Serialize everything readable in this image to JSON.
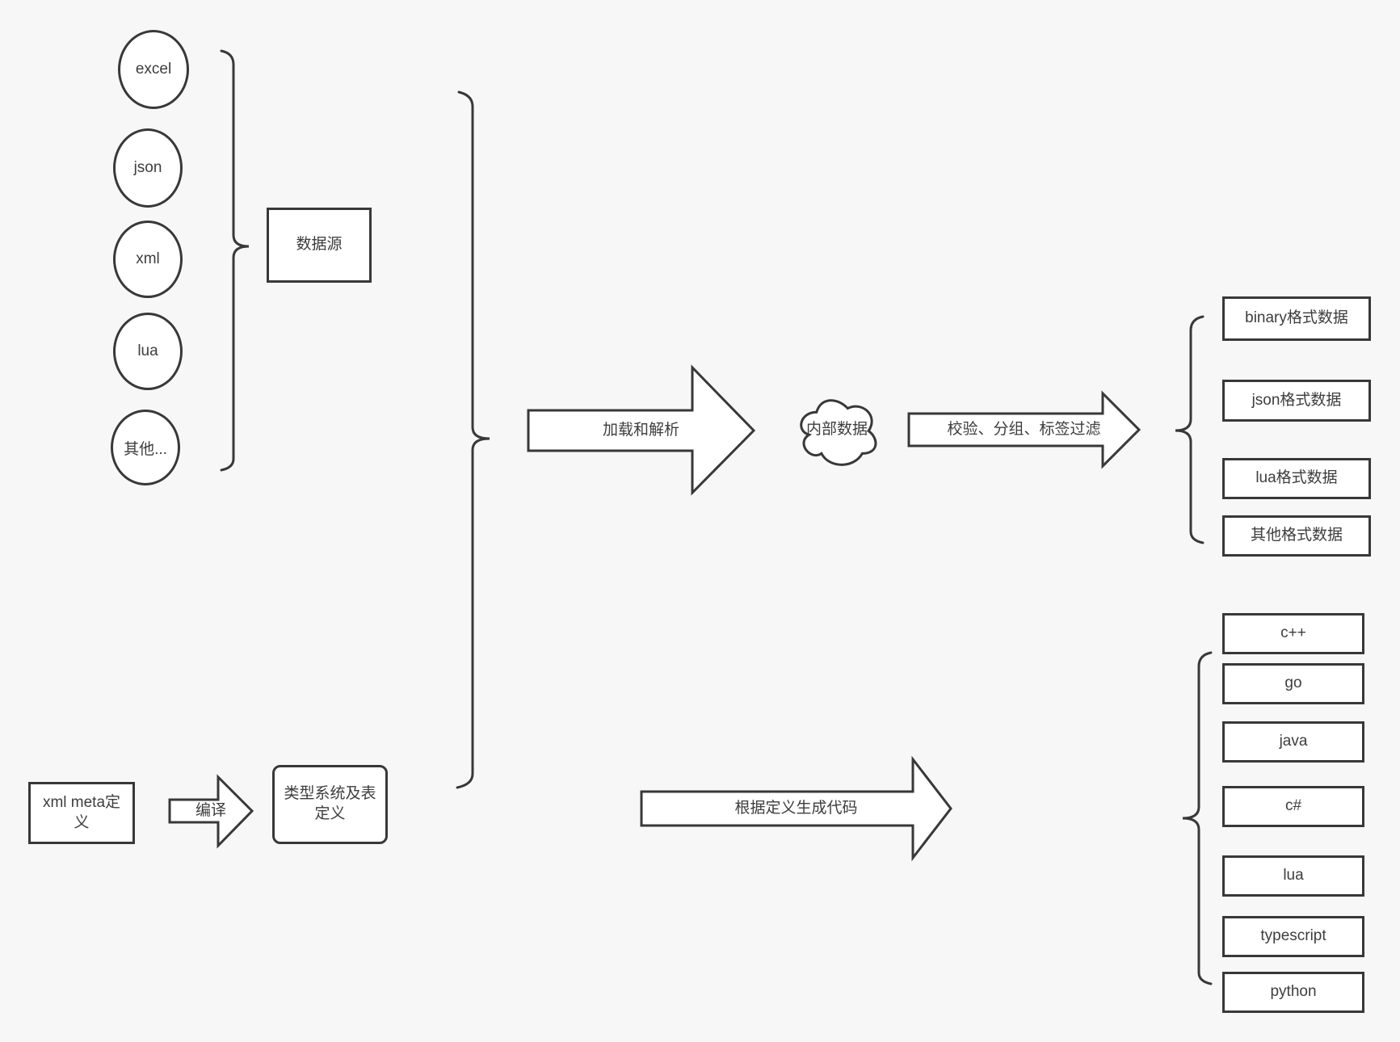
{
  "canvas": {
    "bg": "#f7f7f7",
    "stroke": "#383838",
    "text_color": "#3d3d3d",
    "box_fill": "#ffffff"
  },
  "sources": {
    "group_label": "数据源",
    "items": [
      {
        "label": "excel"
      },
      {
        "label": "json"
      },
      {
        "label": "xml"
      },
      {
        "label": "lua"
      },
      {
        "label": "其他..."
      }
    ]
  },
  "pipeline": {
    "load_parse_label": "加载和解析",
    "internal_data_label": "内部数据",
    "filter_label": "校验、分组、标签过滤"
  },
  "formats": {
    "items": [
      {
        "label": "binary格式数据"
      },
      {
        "label": "json格式数据"
      },
      {
        "label": "lua格式数据"
      },
      {
        "label": "其他格式数据"
      }
    ]
  },
  "codegen": {
    "xml_meta_label": "xml meta定义",
    "compile_label": "编译",
    "type_system_label": "类型系统及表定义",
    "codegen_arrow_label": "根据定义生成代码",
    "languages": [
      {
        "label": "c++"
      },
      {
        "label": "go"
      },
      {
        "label": "java"
      },
      {
        "label": "c#"
      },
      {
        "label": "lua"
      },
      {
        "label": "typescript"
      },
      {
        "label": "python"
      }
    ]
  }
}
